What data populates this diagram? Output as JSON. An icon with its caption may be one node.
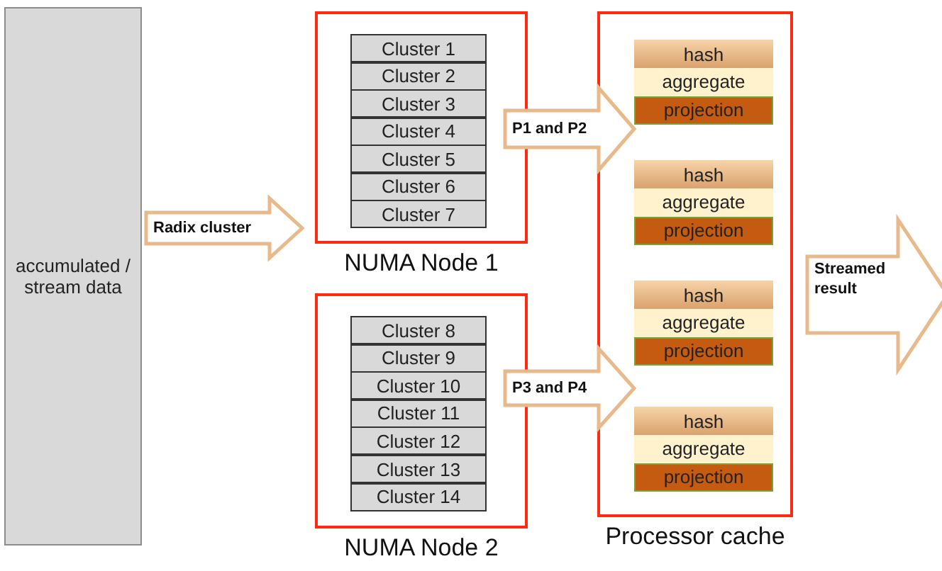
{
  "diagram": {
    "nodes": [
      {
        "text": [
          "accumulated / stream data"
        ]
      },
      {
        "text": [
          "NUMA Node 1"
        ]
      },
      {
        "text": [
          "Cluster 1"
        ],
        "in": 1
      },
      {
        "text": [
          "Cluster 2"
        ],
        "in": 1
      },
      {
        "text": [
          "Cluster 3"
        ],
        "in": 1
      },
      {
        "text": [
          "Cluster 4"
        ],
        "in": 1
      },
      {
        "text": [
          "Cluster 5"
        ],
        "in": 1
      },
      {
        "text": [
          "Cluster 6"
        ],
        "in": 1
      },
      {
        "text": [
          "Cluster 7"
        ],
        "in": 1
      },
      {
        "text": [
          "NUMA Node 2"
        ]
      },
      {
        "text": [
          "Cluster 8"
        ],
        "in": 9
      },
      {
        "text": [
          "Cluster 9"
        ],
        "in": 9
      },
      {
        "text": [
          "Cluster 10"
        ],
        "in": 9
      },
      {
        "text": [
          "Cluster 11"
        ],
        "in": 9
      },
      {
        "text": [
          "Cluster 12"
        ],
        "in": 9
      },
      {
        "text": [
          "Cluster 13"
        ],
        "in": 9
      },
      {
        "text": [
          "Cluster 14"
        ],
        "in": 9
      },
      {
        "text": [
          "Processor cache"
        ]
      },
      {
        "text": [
          "hash"
        ],
        "in": 17
      },
      {
        "text": [
          "aggregate"
        ],
        "in": 17
      },
      {
        "text": [
          "projection"
        ],
        "in": 17
      },
      {
        "text": [
          "hash"
        ],
        "in": 17
      },
      {
        "text": [
          "aggregate"
        ],
        "in": 17
      },
      {
        "text": [
          "projection"
        ],
        "in": 17
      },
      {
        "text": [
          "hash"
        ],
        "in": 17
      },
      {
        "text": [
          "aggregate"
        ],
        "in": 17
      },
      {
        "text": [
          "projection"
        ],
        "in": 17
      },
      {
        "text": [
          "hash"
        ],
        "in": 17
      },
      {
        "text": [
          "aggregate"
        ],
        "in": 17
      },
      {
        "text": [
          "projection"
        ],
        "in": 17
      }
    ],
    "edges": [
      {
        "from": 0,
        "to": 1,
        "arrow": "to",
        "label": "Radix cluster"
      },
      {
        "from": 1,
        "to": 17,
        "arrow": "to",
        "label": "P1 and P2"
      },
      {
        "from": 9,
        "to": 17,
        "arrow": "to",
        "label": "P3 and P4"
      },
      {
        "from": 17,
        "to": null,
        "arrow": "to",
        "label": "Streamed result"
      }
    ]
  }
}
